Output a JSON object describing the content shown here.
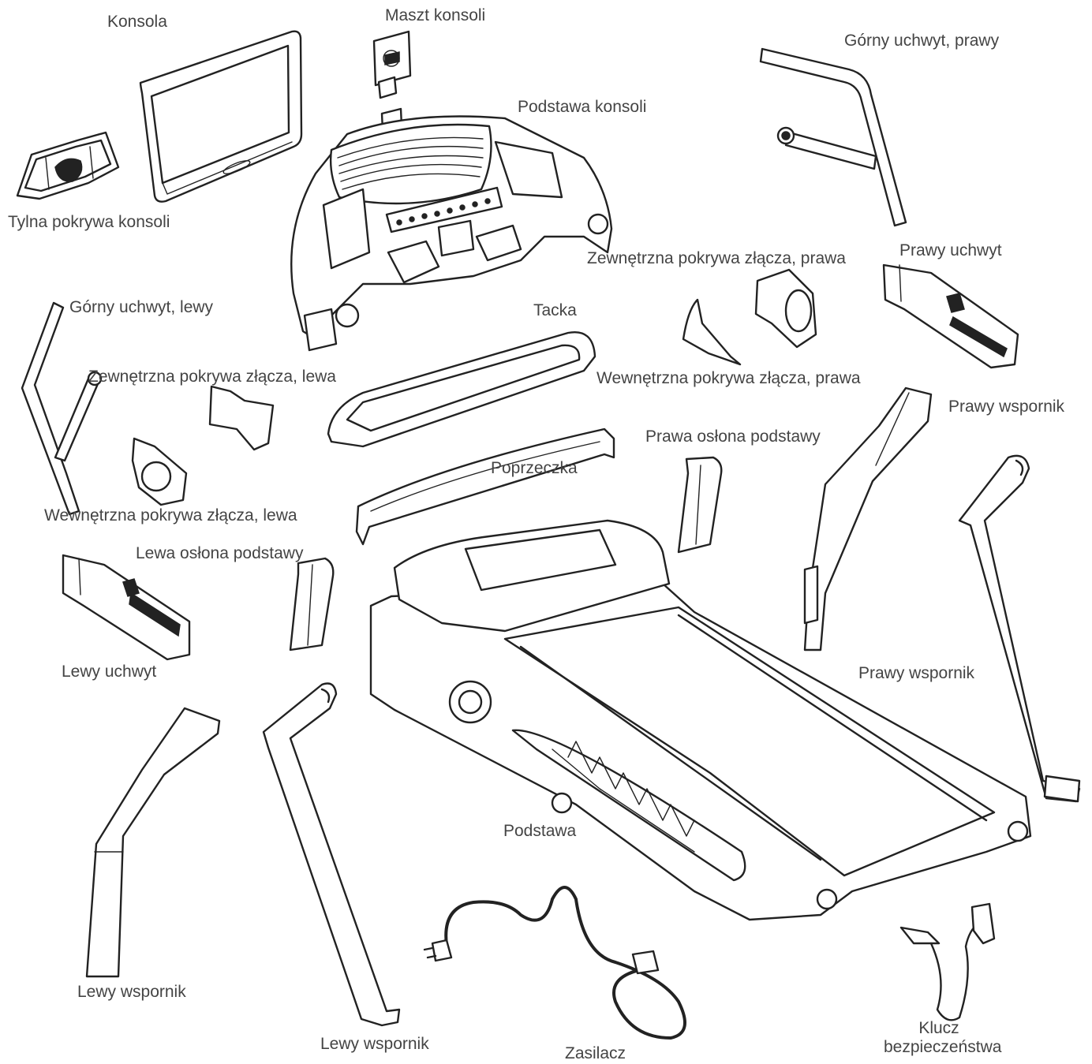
{
  "labels": {
    "konsola": "Konsola",
    "maszt_konsoli": "Maszt konsoli",
    "gorny_uchwyt_prawy": "Górny uchwyt, prawy",
    "podstawa_konsoli": "Podstawa konsoli",
    "tylna_pokrywa_konsoli": "Tylna pokrywa konsoli",
    "zewnetrzna_pokrywa_prawa": "Zewnętrzna pokrywa złącza, prawa",
    "prawy_uchwyt": "Prawy uchwyt",
    "gorny_uchwyt_lewy": "Górny uchwyt, lewy",
    "tacka": "Tacka",
    "zewnetrzna_pokrywa_lewa": "Zewnętrzna pokrywa złącza, lewa",
    "wewnetrzna_pokrywa_prawa": "Wewnętrzna pokrywa złącza, prawa",
    "prawy_wspornik_top": "Prawy wspornik",
    "prawa_oslona_podstawy": "Prawa osłona podstawy",
    "poprzeczka": "Poprzeczka",
    "wewnetrzna_pokrywa_lewa": "Wewnętrzna pokrywa złącza, lewa",
    "lewa_oslona_podstawy": "Lewa osłona podstawy",
    "lewy_uchwyt": "Lewy uchwyt",
    "prawy_wspornik_mid": "Prawy wspornik",
    "podstawa": "Podstawa",
    "lewy_wspornik_left": "Lewy wspornik",
    "lewy_wspornik_mid": "Lewy wspornik",
    "zasilacz": "Zasilacz",
    "klucz_bezpieczenstwa_line1": "Klucz",
    "klucz_bezpieczenstwa_line2": "bezpieczeństwa"
  }
}
